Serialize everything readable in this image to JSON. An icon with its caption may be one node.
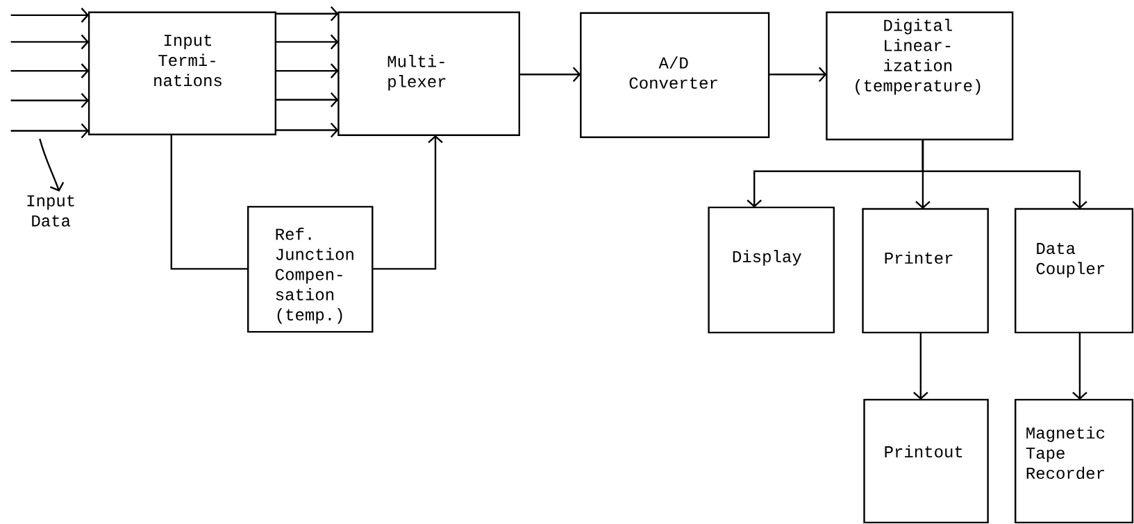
{
  "diagram": {
    "nodes": [
      {
        "text": [
          "Input Termi- nations"
        ]
      },
      {
        "text": [
          "Multi- plexer"
        ]
      },
      {
        "text": [
          "A/D Converter"
        ]
      },
      {
        "text": [
          "Digital Linear- ization (temperature)"
        ]
      },
      {
        "text": [
          "Ref. Junction Compen- sation (temp.)"
        ]
      },
      {
        "text": [
          "Display"
        ]
      },
      {
        "text": [
          "Printer"
        ]
      },
      {
        "text": [
          "Data Coupler"
        ]
      },
      {
        "text": [
          "Printout"
        ]
      },
      {
        "text": [
          "Magnetic Tape Recorder"
        ]
      },
      {
        "text": [
          "Input Data"
        ]
      }
    ],
    "edges": [
      {
        "from": null,
        "to": 0,
        "arrow": "to"
      },
      {
        "from": null,
        "to": 0,
        "arrow": "to"
      },
      {
        "from": null,
        "to": 0,
        "arrow": "to"
      },
      {
        "from": null,
        "to": 0,
        "arrow": "to"
      },
      {
        "from": null,
        "to": 0,
        "arrow": "to"
      },
      {
        "from": 0,
        "to": 1,
        "arrow": "to"
      },
      {
        "from": 0,
        "to": 1,
        "arrow": "to"
      },
      {
        "from": 0,
        "to": 1,
        "arrow": "to"
      },
      {
        "from": 0,
        "to": 1,
        "arrow": "to"
      },
      {
        "from": 0,
        "to": 1,
        "arrow": "to"
      },
      {
        "from": 1,
        "to": 2,
        "arrow": "to"
      },
      {
        "from": 2,
        "to": 3,
        "arrow": "to"
      },
      {
        "from": 0,
        "to": 4,
        "arrow": "none"
      },
      {
        "from": 4,
        "to": 1,
        "arrow": "to"
      },
      {
        "from": 3,
        "to": 5,
        "arrow": "to"
      },
      {
        "from": 3,
        "to": 6,
        "arrow": "to"
      },
      {
        "from": 3,
        "to": 7,
        "arrow": "to"
      },
      {
        "from": 6,
        "to": 8,
        "arrow": "to"
      },
      {
        "from": 7,
        "to": 9,
        "arrow": "to"
      },
      {
        "from": null,
        "to": 10,
        "arrow": "to"
      }
    ]
  }
}
